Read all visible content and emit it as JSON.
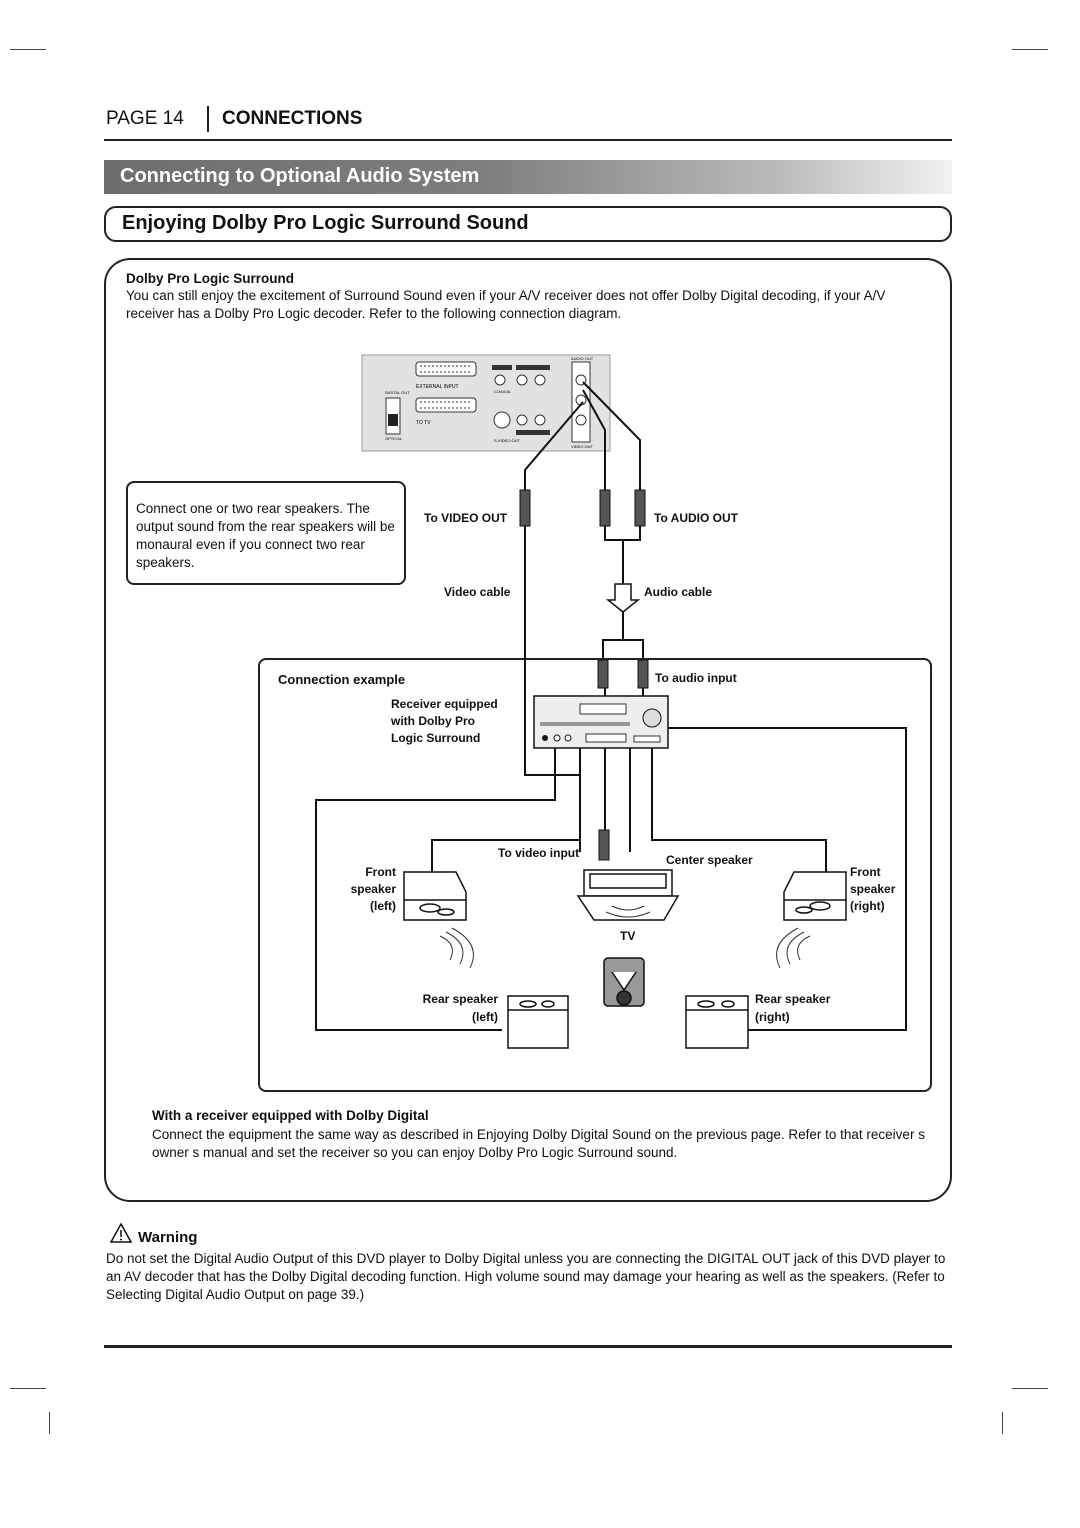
{
  "header": {
    "page_number": "PAGE 14",
    "section": "CONNECTIONS"
  },
  "banner_title": "Connecting to Optional Audio System",
  "subtitle": "Enjoying Dolby Pro Logic Surround Sound",
  "pro_logic": {
    "heading": "Dolby Pro Logic Surround",
    "body": "You can still enjoy the excitement of Surround Sound even if your A/V receiver does not offer Dolby Digital decoding, if your A/V receiver has a Dolby Pro Logic decoder. Refer to the following connection diagram."
  },
  "note": "Connect one or two rear speakers. The output sound from the rear speakers will be monaural even if you connect two rear speakers.",
  "diagram": {
    "to_video_out": "To VIDEO OUT",
    "to_audio_out": "To AUDIO OUT",
    "video_cable": "Video cable",
    "audio_cable": "Audio cable",
    "connection_example": "Connection example",
    "to_audio_input": "To audio input",
    "receiver_line1": "Receiver equipped",
    "receiver_line2": "with Dolby Pro",
    "receiver_line3": "Logic Surround",
    "to_video_input": "To video input",
    "center_speaker": "Center speaker",
    "front_left_1": "Front",
    "front_left_2": "speaker",
    "front_left_3": "(left)",
    "front_right_1": "Front",
    "front_right_2": "speaker",
    "front_right_3": "(right)",
    "tv": "TV",
    "rear_left_1": "Rear speaker",
    "rear_left_2": "(left)",
    "rear_right_1": "Rear speaker",
    "rear_right_2": "(right)",
    "panel_external_input": "EXTERNAL INPUT",
    "panel_to_tv": "TO TV",
    "panel_digital_out": "DIGITAL OUT",
    "panel_optical": "OPTICAL",
    "panel_coaxial": "COAXIAL",
    "panel_audio_out": "AUDIO OUT",
    "panel_video_out": "VIDEO OUT",
    "panel_s_video": "S-VIDEO OUT"
  },
  "dolby_digital": {
    "heading": "With a receiver equipped with Dolby Digital",
    "body": "Connect the equipment the same way as described in  Enjoying Dolby Digital Sound  on the previous page. Refer to that receiver s owner s manual and set the receiver so you can enjoy Dolby Pro Logic Surround sound."
  },
  "warning": {
    "heading": "Warning",
    "body": "Do not set the Digital Audio Output of this DVD player to  Dolby Digital  unless you are connecting the DIGITAL OUT jack of this DVD player to an AV decoder that has the Dolby Digital decoding function. High volume sound may damage your hearing as well as the speakers. (Refer to  Selecting Digital Audio Output  on page 39.)"
  }
}
